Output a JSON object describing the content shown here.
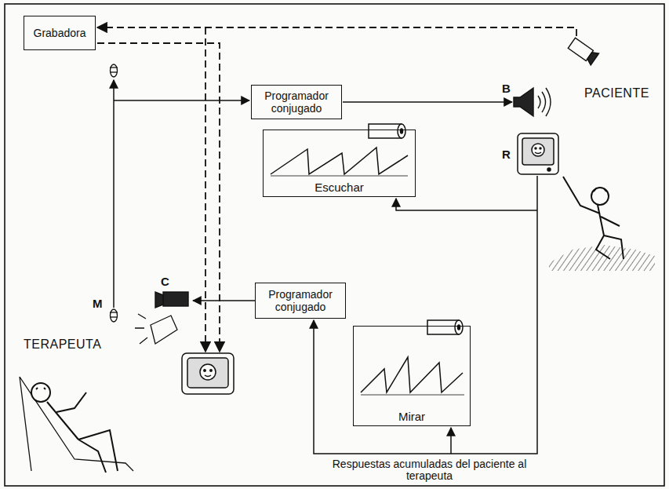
{
  "diagram": {
    "nodes": [
      {
        "text": [
          "Grabadora"
        ]
      },
      {
        "text": [
          "Programador conjugado"
        ]
      },
      {
        "text": [
          "Escuchar"
        ]
      },
      {
        "text": [
          "Programador conjugado"
        ]
      },
      {
        "text": [
          "Mirar"
        ]
      }
    ],
    "labels": [
      "PACIENTE",
      "B",
      "R",
      "M",
      "C",
      "TERAPEUTA",
      "Respuestas acumuladas del paciente al terapeuta"
    ]
  }
}
